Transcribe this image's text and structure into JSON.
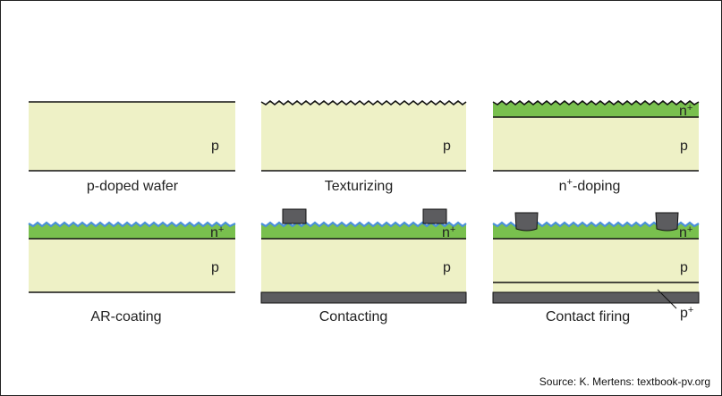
{
  "colors": {
    "wafer": "#eef1c6",
    "n_doped": "#79c04e",
    "ar_coating": "#4a90d9",
    "contact": "#5c5c5f",
    "line": "#111111"
  },
  "panels": [
    {
      "caption": "p-doped wafer",
      "labels": {
        "p": "p"
      }
    },
    {
      "caption": "Texturizing",
      "labels": {
        "p": "p"
      }
    },
    {
      "caption": "n",
      "caption_sup": "+",
      "caption_rest": "-doping",
      "labels": {
        "p": "p",
        "n": "n",
        "n_sup": "+"
      }
    },
    {
      "caption": "AR-coating",
      "labels": {
        "p": "p",
        "n": "n",
        "n_sup": "+"
      }
    },
    {
      "caption": "Contacting",
      "labels": {
        "p": "p",
        "n": "n",
        "n_sup": "+"
      }
    },
    {
      "caption": "Contact firing",
      "labels": {
        "p": "p",
        "n": "n",
        "n_sup": "+",
        "pplus": "p",
        "pplus_sup": "+"
      }
    }
  ],
  "source": "Source: K. Mertens: textbook-pv.org"
}
